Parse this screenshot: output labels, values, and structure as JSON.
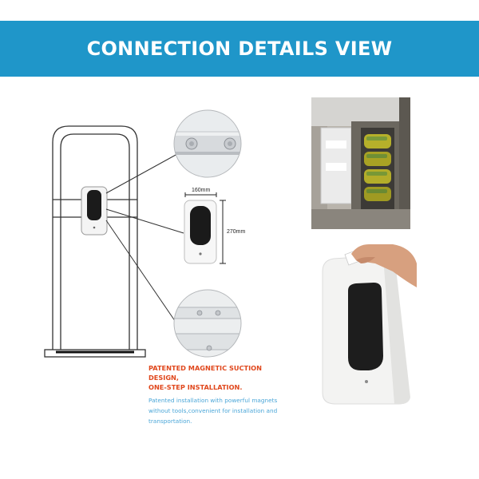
{
  "banner": {
    "title": "CONNECTION DETAILS VIEW"
  },
  "dimensions": {
    "width": "160mm",
    "height": "270mm"
  },
  "feature": {
    "title_line1": "PATENTED MAGNETIC SUCTION DESIGN,",
    "title_line2": "ONE-STEP INSTALLATION.",
    "desc_line1": "Patented installation with powerful magnets",
    "desc_line2": "without tools,convenient for installation and",
    "desc_line3": "transportation."
  },
  "colors": {
    "banner": "#1f96c9",
    "feature_title": "#e0471c",
    "feature_desc": "#4aa6d8"
  }
}
